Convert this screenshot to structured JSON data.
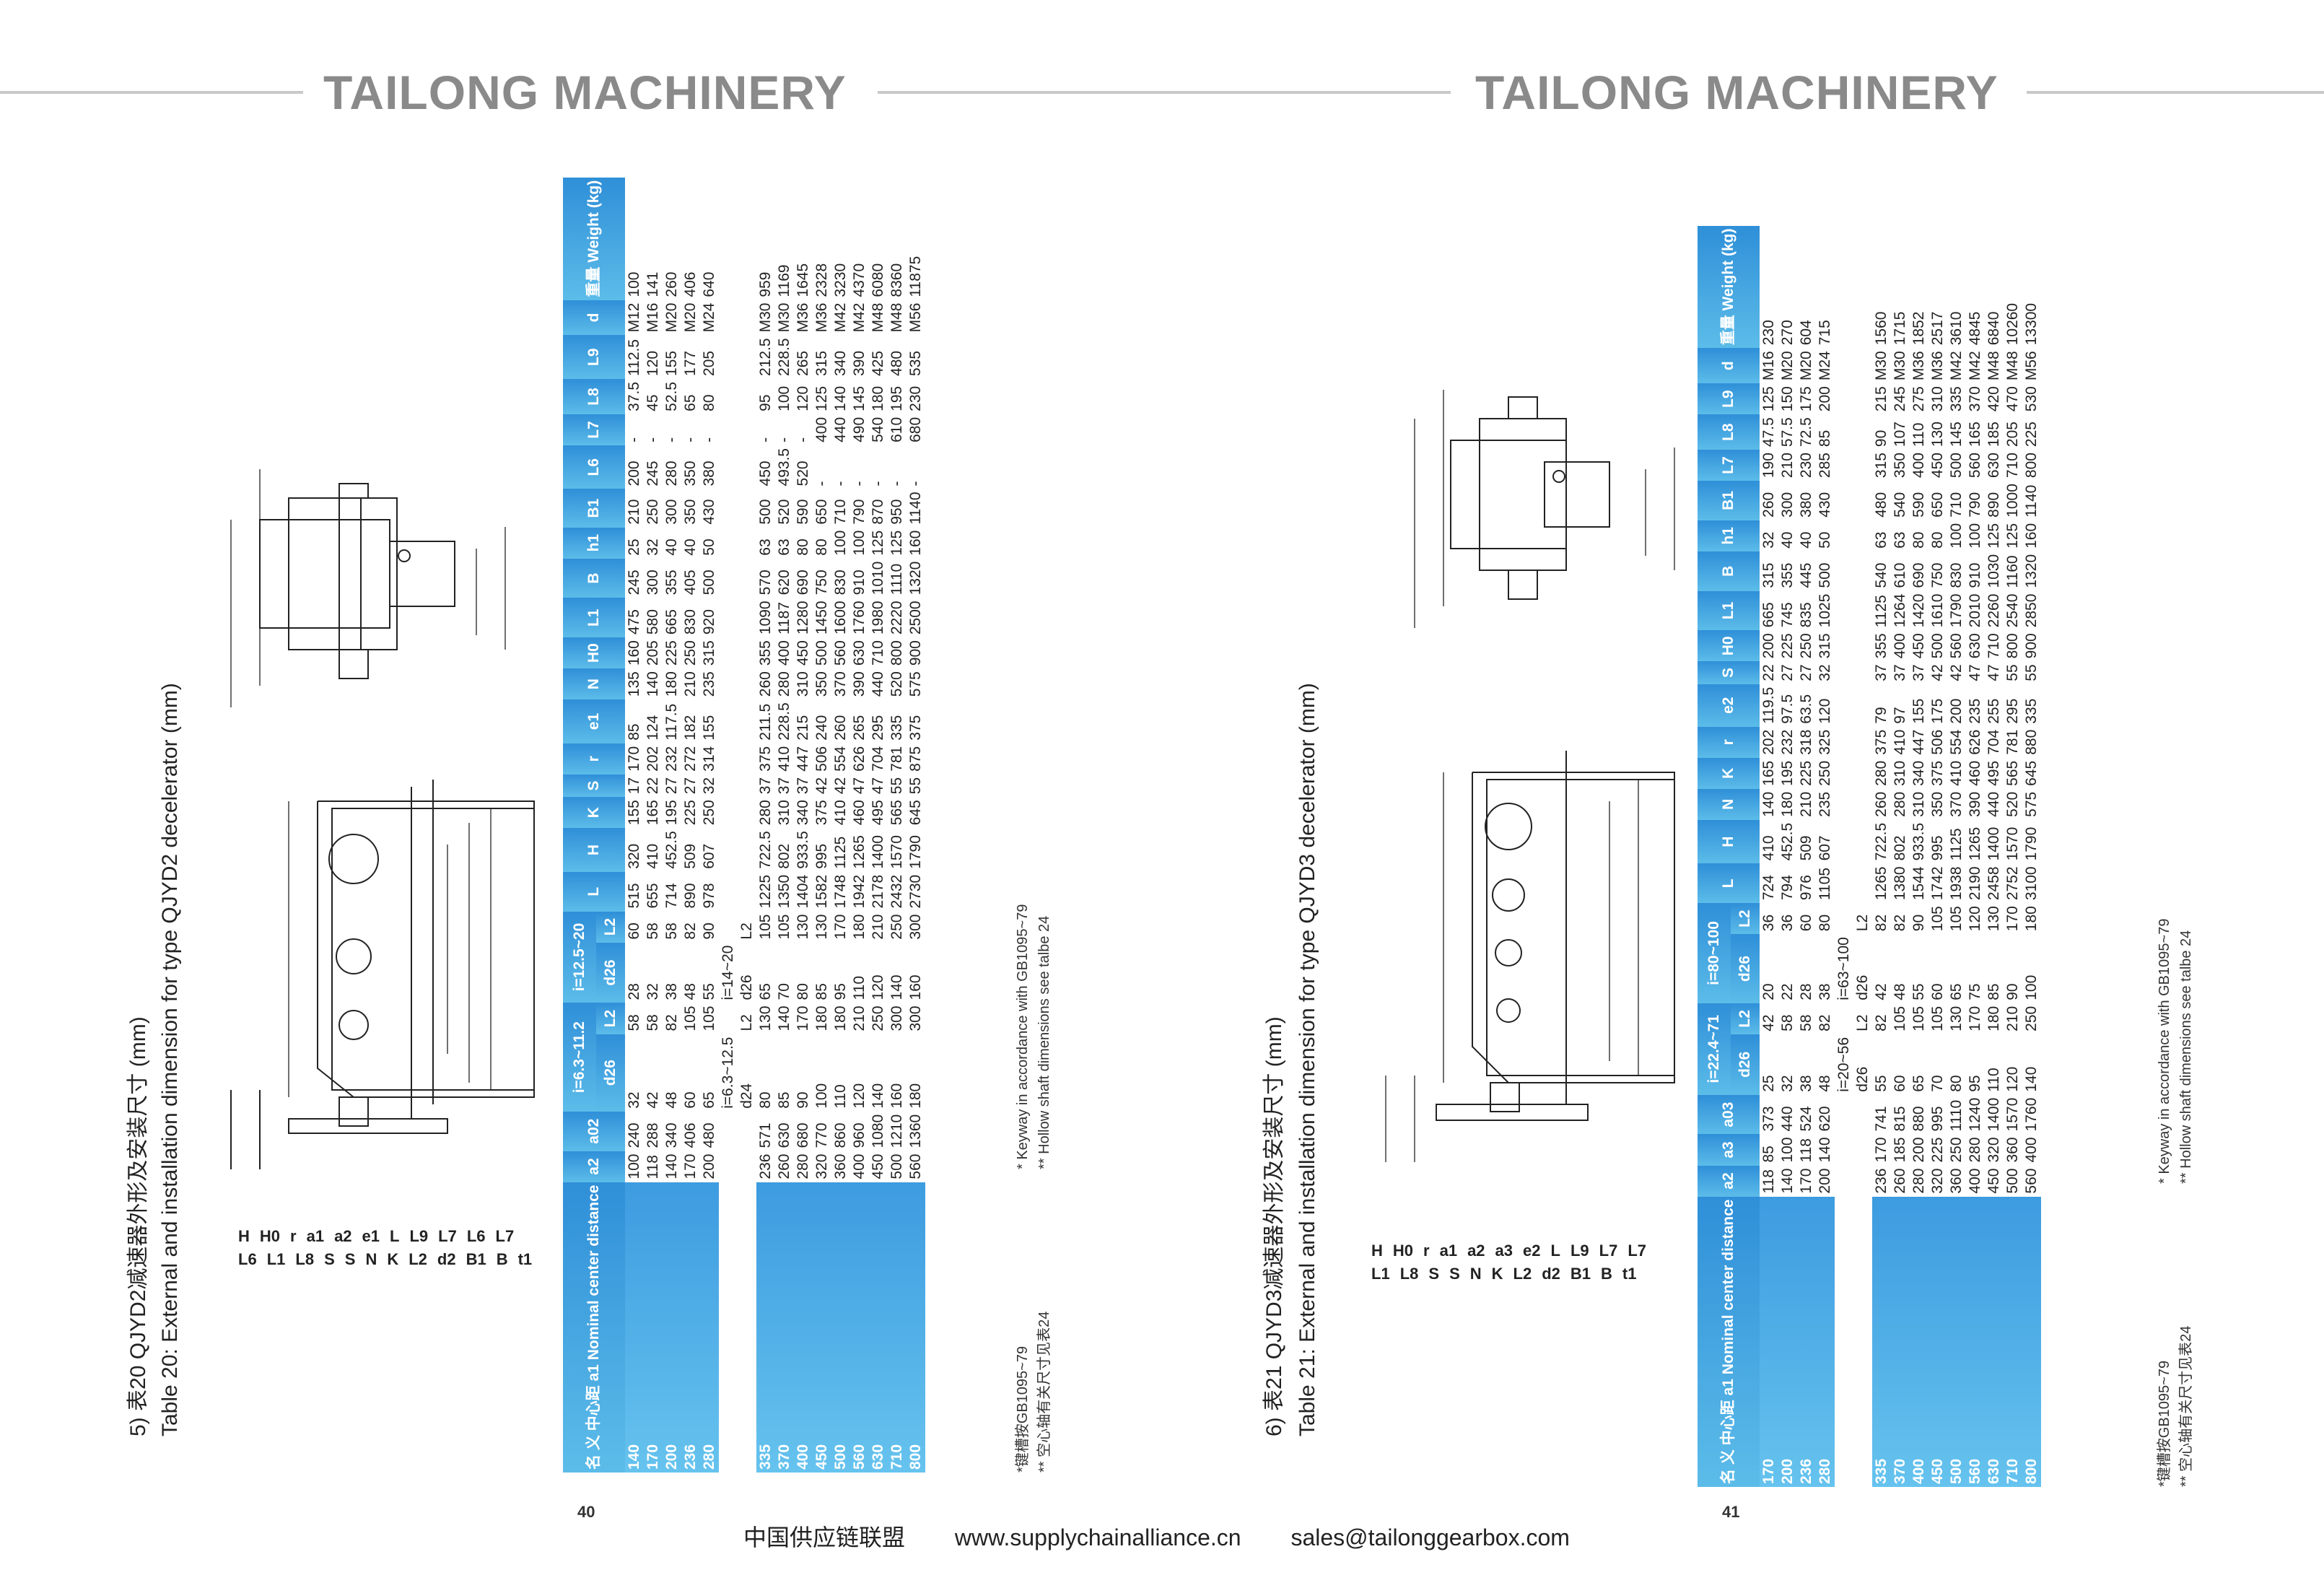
{
  "header": {
    "brand_left": "TAILONG MACHINERY",
    "brand_right": "TAILONG MACHINERY"
  },
  "footer": {
    "alliance": "中国供应链联盟",
    "website": "www.supplychainalliance.cn",
    "email": "sales@tailonggearbox.com"
  },
  "left_page": {
    "page_number": "40",
    "caption_cn": "5) 表20    QJYD2减速器外形及安装尺寸 (mm)",
    "caption_en": "Table 20: External and installation dimension for type QJYD2 decelerator (mm)",
    "notes": [
      "*键槽按GB1095~79",
      "** 空心轴有关尺寸见表24"
    ],
    "notes_en": [
      "* Keyway in accordance with GB1095~79",
      "** Hollow shaft dimensions see talbe 24"
    ],
    "table": {
      "header_first": [
        "名 义",
        "中心距 a1",
        "Nominal",
        "center",
        "distance"
      ],
      "header_cols": [
        "a2",
        "a02",
        "i=6.3~11.2",
        "",
        "i=12.5~20",
        "",
        "L",
        "H",
        "K",
        "S",
        "r",
        "e1",
        "N",
        "H0",
        "L1",
        "B",
        "h1",
        "B1",
        "L6",
        "L7",
        "L8",
        "L9",
        "d",
        "重量 Weight (kg)"
      ],
      "header_sub": [
        "d26",
        "L2",
        "d26",
        "L2"
      ],
      "rows1": [
        [
          "140",
          "100",
          "240",
          "32",
          "58",
          "28",
          "60",
          "515",
          "320",
          "155",
          "17",
          "170",
          "85",
          "135",
          "160",
          "475",
          "245",
          "25",
          "210",
          "200",
          "-",
          "37.5",
          "112.5",
          "M12",
          "100"
        ],
        [
          "170",
          "118",
          "288",
          "42",
          "58",
          "32",
          "58",
          "655",
          "410",
          "165",
          "22",
          "202",
          "124",
          "140",
          "205",
          "580",
          "300",
          "32",
          "250",
          "245",
          "-",
          "45",
          "120",
          "M16",
          "141"
        ],
        [
          "200",
          "140",
          "340",
          "48",
          "82",
          "38",
          "58",
          "714",
          "452.5",
          "195",
          "27",
          "232",
          "117.5",
          "180",
          "225",
          "665",
          "355",
          "40",
          "300",
          "280",
          "-",
          "52.5",
          "155",
          "M20",
          "260"
        ],
        [
          "236",
          "170",
          "406",
          "60",
          "105",
          "48",
          "82",
          "890",
          "509",
          "225",
          "27",
          "272",
          "182",
          "210",
          "250",
          "830",
          "405",
          "40",
          "350",
          "350",
          "-",
          "65",
          "177",
          "M20",
          "406"
        ],
        [
          "280",
          "200",
          "480",
          "65",
          "105",
          "55",
          "90",
          "978",
          "607",
          "250",
          "32",
          "314",
          "155",
          "235",
          "315",
          "920",
          "500",
          "50",
          "430",
          "380",
          "-",
          "80",
          "205",
          "M24",
          "640"
        ]
      ],
      "subhead2": [
        "i=6.3~12.5",
        "i=14~20"
      ],
      "subhead2_cols": [
        "d24",
        "L2",
        "d26",
        "L2"
      ],
      "rows2": [
        [
          "335",
          "236",
          "571",
          "80",
          "130",
          "65",
          "105",
          "1225",
          "722.5",
          "280",
          "37",
          "375",
          "211.5",
          "260",
          "355",
          "1090",
          "570",
          "63",
          "500",
          "450",
          "-",
          "95",
          "212.5",
          "M30",
          "959"
        ],
        [
          "370",
          "260",
          "630",
          "85",
          "140",
          "70",
          "105",
          "1350",
          "802",
          "310",
          "37",
          "410",
          "228.5",
          "280",
          "400",
          "1187",
          "620",
          "63",
          "520",
          "493.5",
          "-",
          "100",
          "228.5",
          "M30",
          "1169"
        ],
        [
          "400",
          "280",
          "680",
          "90",
          "170",
          "80",
          "130",
          "1404",
          "933.5",
          "340",
          "37",
          "447",
          "215",
          "310",
          "450",
          "1280",
          "690",
          "80",
          "590",
          "520",
          "-",
          "120",
          "265",
          "M36",
          "1645"
        ],
        [
          "450",
          "320",
          "770",
          "100",
          "180",
          "85",
          "130",
          "1582",
          "995",
          "375",
          "42",
          "506",
          "240",
          "350",
          "500",
          "1450",
          "750",
          "80",
          "650",
          "-",
          "400",
          "125",
          "315",
          "M36",
          "2328"
        ],
        [
          "500",
          "360",
          "860",
          "110",
          "180",
          "95",
          "170",
          "1748",
          "1125",
          "410",
          "42",
          "554",
          "260",
          "370",
          "560",
          "1600",
          "830",
          "100",
          "710",
          "-",
          "440",
          "140",
          "340",
          "M42",
          "3230"
        ],
        [
          "560",
          "400",
          "960",
          "120",
          "210",
          "110",
          "180",
          "1942",
          "1265",
          "460",
          "47",
          "626",
          "265",
          "390",
          "630",
          "1760",
          "910",
          "100",
          "790",
          "-",
          "490",
          "145",
          "390",
          "M42",
          "4370"
        ],
        [
          "630",
          "450",
          "1080",
          "140",
          "250",
          "120",
          "210",
          "2178",
          "1400",
          "495",
          "47",
          "704",
          "295",
          "440",
          "710",
          "1980",
          "1010",
          "125",
          "870",
          "-",
          "540",
          "180",
          "425",
          "M48",
          "6080"
        ],
        [
          "710",
          "500",
          "1210",
          "160",
          "300",
          "140",
          "250",
          "2432",
          "1570",
          "565",
          "55",
          "781",
          "335",
          "520",
          "800",
          "2220",
          "1110",
          "125",
          "950",
          "-",
          "610",
          "195",
          "480",
          "M48",
          "8360"
        ],
        [
          "800",
          "560",
          "1360",
          "180",
          "300",
          "160",
          "300",
          "2730",
          "1790",
          "645",
          "55",
          "875",
          "375",
          "575",
          "900",
          "2500",
          "1320",
          "160",
          "1140",
          "-",
          "680",
          "230",
          "535",
          "M56",
          "11875"
        ]
      ]
    }
  },
  "right_page": {
    "page_number": "41",
    "caption_cn": "6) 表21    QJYD3减速器外形及安装尺寸 (mm)",
    "caption_en": "Table 21: External and installation dimension for type QJYD3 decelerator (mm)",
    "notes": [
      "*键槽按GB1095~79",
      "** 空心轴有关尺寸见表24"
    ],
    "notes_en": [
      "* Keyway in accordance with GB1095~79",
      "** Hollow shaft dimensions see talbe 24"
    ],
    "table": {
      "header_first": [
        "名 义",
        "中心距 a1",
        "Nominal",
        "center",
        "distance"
      ],
      "header_cols": [
        "a2",
        "a3",
        "a03",
        "i=22.4~71",
        "",
        "i=80~100",
        "",
        "L",
        "H",
        "N",
        "K",
        "r",
        "e2",
        "S",
        "H0",
        "L1",
        "B",
        "h1",
        "B1",
        "L7",
        "L8",
        "L9",
        "d",
        "重量 Weight (kg)"
      ],
      "header_sub": [
        "d26",
        "L2",
        "d26",
        "L2"
      ],
      "rows1": [
        [
          "170",
          "118",
          "85",
          "373",
          "25",
          "42",
          "20",
          "36",
          "724",
          "410",
          "140",
          "165",
          "202",
          "119.5",
          "22",
          "200",
          "665",
          "315",
          "32",
          "260",
          "190",
          "47.5",
          "125",
          "M16",
          "230"
        ],
        [
          "200",
          "140",
          "100",
          "440",
          "32",
          "58",
          "22",
          "36",
          "794",
          "452.5",
          "180",
          "195",
          "232",
          "97.5",
          "27",
          "225",
          "745",
          "355",
          "40",
          "300",
          "210",
          "57.5",
          "150",
          "M20",
          "270"
        ],
        [
          "236",
          "170",
          "118",
          "524",
          "38",
          "58",
          "28",
          "60",
          "976",
          "509",
          "210",
          "225",
          "318",
          "63.5",
          "27",
          "250",
          "835",
          "445",
          "40",
          "380",
          "230",
          "72.5",
          "175",
          "M20",
          "604"
        ],
        [
          "280",
          "200",
          "140",
          "620",
          "48",
          "82",
          "38",
          "80",
          "1105",
          "607",
          "235",
          "250",
          "325",
          "120",
          "32",
          "315",
          "1025",
          "500",
          "50",
          "430",
          "285",
          "85",
          "200",
          "M24",
          "715"
        ]
      ],
      "subhead2": [
        "i=20~56",
        "i=63~100"
      ],
      "subhead2_cols": [
        "d26",
        "L2",
        "d26",
        "L2"
      ],
      "rows2": [
        [
          "335",
          "236",
          "170",
          "741",
          "55",
          "82",
          "42",
          "82",
          "1265",
          "722.5",
          "260",
          "280",
          "375",
          "79",
          "37",
          "355",
          "1125",
          "540",
          "63",
          "480",
          "315",
          "90",
          "215",
          "M30",
          "1560"
        ],
        [
          "370",
          "260",
          "185",
          "815",
          "60",
          "105",
          "48",
          "82",
          "1380",
          "802",
          "280",
          "310",
          "410",
          "97",
          "37",
          "400",
          "1264",
          "610",
          "63",
          "540",
          "350",
          "107",
          "245",
          "M30",
          "1715"
        ],
        [
          "400",
          "280",
          "200",
          "880",
          "65",
          "105",
          "55",
          "90",
          "1544",
          "933.5",
          "310",
          "340",
          "447",
          "155",
          "37",
          "450",
          "1420",
          "690",
          "80",
          "590",
          "400",
          "110",
          "275",
          "M36",
          "1852"
        ],
        [
          "450",
          "320",
          "225",
          "995",
          "70",
          "105",
          "60",
          "105",
          "1742",
          "995",
          "350",
          "375",
          "506",
          "175",
          "42",
          "500",
          "1610",
          "750",
          "80",
          "650",
          "450",
          "130",
          "310",
          "M36",
          "2517"
        ],
        [
          "500",
          "360",
          "250",
          "1110",
          "80",
          "130",
          "65",
          "105",
          "1938",
          "1125",
          "370",
          "410",
          "554",
          "200",
          "42",
          "560",
          "1790",
          "830",
          "100",
          "710",
          "500",
          "145",
          "335",
          "M42",
          "3610"
        ],
        [
          "560",
          "400",
          "280",
          "1240",
          "95",
          "170",
          "75",
          "120",
          "2190",
          "1265",
          "390",
          "460",
          "626",
          "235",
          "47",
          "630",
          "2010",
          "910",
          "100",
          "790",
          "560",
          "165",
          "370",
          "M42",
          "4845"
        ],
        [
          "630",
          "450",
          "320",
          "1400",
          "110",
          "180",
          "85",
          "130",
          "2458",
          "1400",
          "440",
          "495",
          "704",
          "255",
          "47",
          "710",
          "2260",
          "1030",
          "125",
          "890",
          "630",
          "185",
          "420",
          "M48",
          "6840"
        ],
        [
          "710",
          "500",
          "360",
          "1570",
          "120",
          "210",
          "90",
          "170",
          "2752",
          "1570",
          "520",
          "565",
          "781",
          "295",
          "55",
          "800",
          "2540",
          "1160",
          "125",
          "1000",
          "710",
          "205",
          "470",
          "M48",
          "10260"
        ],
        [
          "800",
          "560",
          "400",
          "1760",
          "140",
          "250",
          "100",
          "180",
          "3100",
          "1790",
          "575",
          "645",
          "880",
          "335",
          "55",
          "900",
          "2850",
          "1320",
          "160",
          "1140",
          "800",
          "225",
          "530",
          "M56",
          "13300"
        ]
      ]
    }
  },
  "drawing_labels_left": [
    "H",
    "H0",
    "r",
    "a1",
    "a2",
    "e1",
    "L",
    "L9",
    "L7",
    "L6",
    "L7",
    "L6",
    "L1",
    "L8",
    "S",
    "S",
    "N",
    "K",
    "L2",
    "d2",
    "B1",
    "B",
    "t1"
  ],
  "drawing_labels_right": [
    "H",
    "H0",
    "r",
    "a1",
    "a2",
    "a3",
    "e2",
    "L",
    "L9",
    "L7",
    "L7",
    "L1",
    "L8",
    "S",
    "S",
    "N",
    "K",
    "L2",
    "d2",
    "B1",
    "B",
    "t1"
  ]
}
